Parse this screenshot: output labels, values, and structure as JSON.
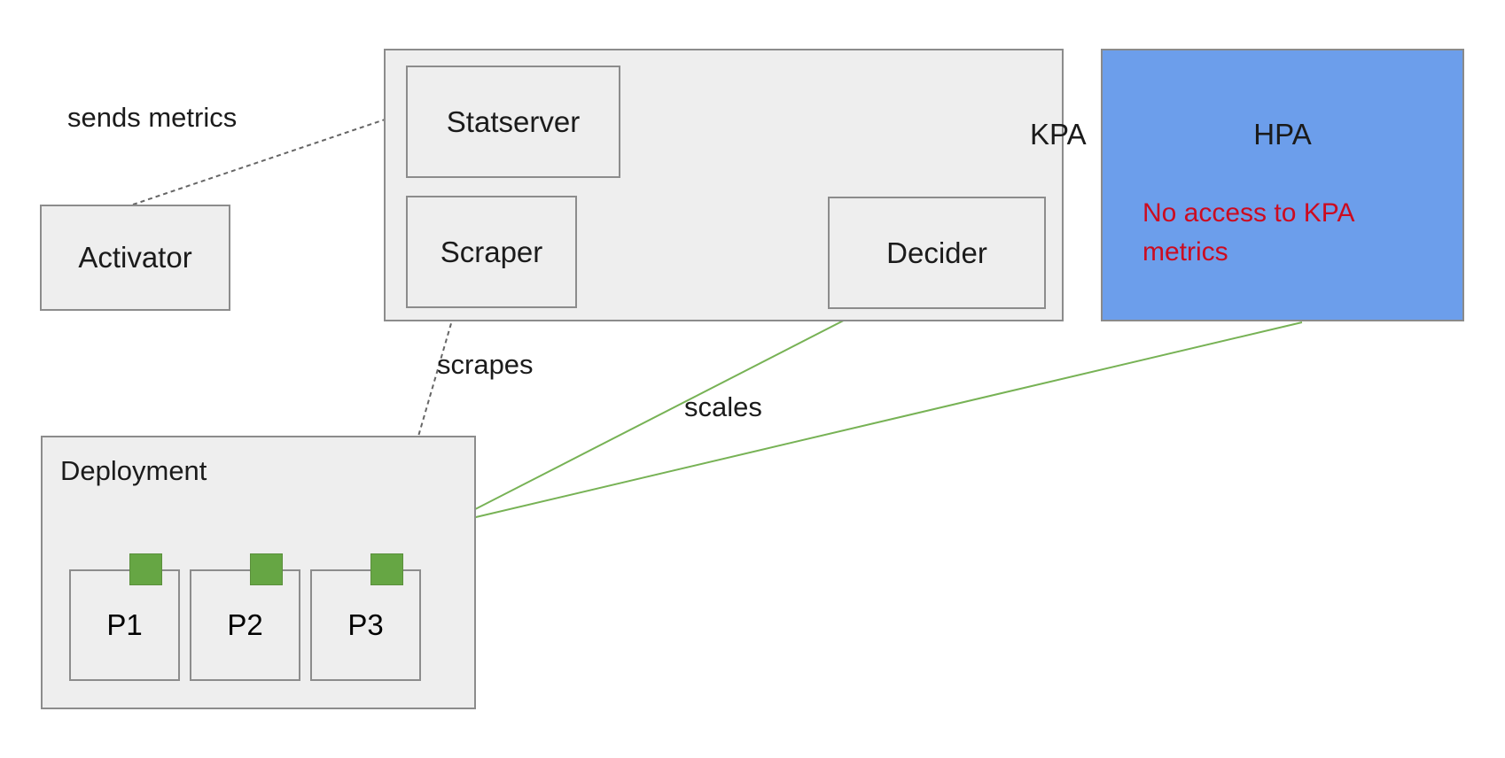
{
  "diagram": {
    "title": "Knative KPA vs HPA metrics flow",
    "background": "#ffffff",
    "colors": {
      "node_fill": "#eeeeee",
      "node_stroke": "#8c8c8c",
      "hpa_fill": "#6c9eeb",
      "warning_text": "#cc0b20",
      "pod_marker": "#66a644",
      "scales_edge": "#77b255",
      "default_edge": "#666666",
      "text": "#1b1b1b"
    }
  },
  "nodes": {
    "activator": {
      "label": "Activator"
    },
    "kpa": {
      "label": "KPA"
    },
    "statserver": {
      "label": "Statserver"
    },
    "scraper": {
      "label": "Scraper"
    },
    "decider": {
      "label": "Decider"
    },
    "hpa": {
      "label": "HPA",
      "note": "No access to KPA metrics"
    },
    "deployment": {
      "label": "Deployment"
    },
    "pods": [
      {
        "label": "P1"
      },
      {
        "label": "P2"
      },
      {
        "label": "P3"
      }
    ]
  },
  "edges": [
    {
      "id": "activator-to-statserver",
      "label": "sends metrics",
      "from": "activator",
      "to": "statserver",
      "style": "dashed",
      "color": "#666666"
    },
    {
      "id": "statserver-to-decider",
      "label": "",
      "from": "statserver",
      "to": "decider",
      "style": "solid",
      "color": "#666666"
    },
    {
      "id": "scraper-to-decider",
      "label": "",
      "from": "scraper",
      "to": "decider",
      "style": "solid",
      "color": "#666666"
    },
    {
      "id": "scraper-to-pod3",
      "label": "scrapes",
      "from": "scraper",
      "to": "pod-3",
      "style": "dashed",
      "color": "#666666"
    },
    {
      "id": "decider-to-deployment",
      "label": "scales",
      "from": "decider",
      "to": "deployment",
      "style": "solid",
      "color": "#77b255"
    },
    {
      "id": "hpa-to-deployment",
      "label": "scales",
      "from": "hpa",
      "to": "deployment",
      "style": "solid",
      "color": "#77b255"
    }
  ],
  "edge_labels": {
    "sends_metrics": "sends metrics",
    "scrapes": "scrapes",
    "scales": "scales"
  }
}
